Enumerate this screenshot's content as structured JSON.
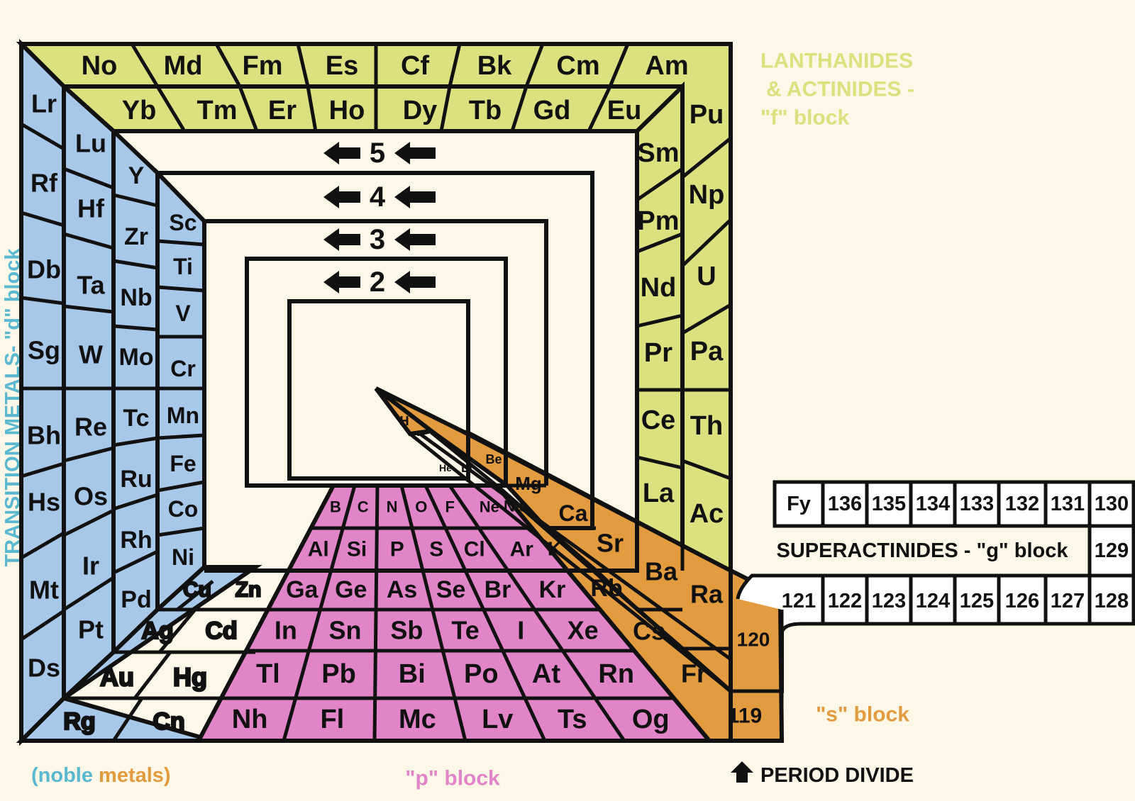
{
  "colors": {
    "f_block": "#dde07e",
    "d_block": "#a8c8ea",
    "p_block": "#e285c8",
    "s_block": "#e29b3e",
    "background": "#fdf7e8",
    "line": "#111111"
  },
  "labels": {
    "f_block": [
      "LANTHANIDES",
      "& ACTINIDES -",
      "\"f\" block"
    ],
    "d_block": "TRANSITION METALS- \"d\" block",
    "noble_open": "(noble ",
    "noble_word": "metals)",
    "p_block": "\"p\" block",
    "s_block": "\"s\" block",
    "period_divide": "PERIOD DIVIDE",
    "superactinides": "SUPERACTINIDES - \"g\" block"
  },
  "period_markers": [
    "5",
    "4",
    "3",
    "2"
  ],
  "f_top_outer": [
    "No",
    "Md",
    "Fm",
    "Es",
    "Cf",
    "Bk",
    "Cm",
    "Am"
  ],
  "f_top_inner": [
    "Yb",
    "Tm",
    "Er",
    "Ho",
    "Dy",
    "Tb",
    "Gd",
    "Eu"
  ],
  "f_right_outer": [
    "Pu",
    "Np",
    "U",
    "Pa",
    "Th",
    "Ac"
  ],
  "f_right_inner": [
    "Sm",
    "Pm",
    "Nd",
    "Pr",
    "Ce",
    "La"
  ],
  "d_col1": [
    "Lr",
    "Rf",
    "Db",
    "Sg",
    "Bh",
    "Hs",
    "Mt",
    "Ds"
  ],
  "d_col2": [
    "Lu",
    "Hf",
    "Ta",
    "W",
    "Re",
    "Os",
    "Ir",
    "Pt"
  ],
  "d_col3": [
    "Y",
    "Zr",
    "Nb",
    "Mo",
    "Tc",
    "Ru",
    "Rh",
    "Pd"
  ],
  "d_col4": [
    "Sc",
    "Ti",
    "V",
    "Cr",
    "Mn",
    "Fe",
    "Co",
    "Ni"
  ],
  "noble_metals": [
    "Cu",
    "Zn",
    "Ag",
    "Cd",
    "Au",
    "Hg",
    "Rg",
    "Cn"
  ],
  "p_rows": [
    [
      "B",
      "C",
      "N",
      "O",
      "F",
      "Ne"
    ],
    [
      "Al",
      "Si",
      "P",
      "S",
      "Cl",
      "Ar"
    ],
    [
      "Ga",
      "Ge",
      "As",
      "Se",
      "Br",
      "Kr"
    ],
    [
      "In",
      "Sn",
      "Sb",
      "Te",
      "I",
      "Xe"
    ],
    [
      "Tl",
      "Pb",
      "Bi",
      "Po",
      "At",
      "Rn"
    ],
    [
      "Nh",
      "Fl",
      "Mc",
      "Lv",
      "Ts",
      "Og"
    ]
  ],
  "s_elements": [
    "H",
    "He",
    "Li",
    "Be",
    "Na",
    "Mg",
    "K",
    "Ca",
    "Rb",
    "Sr",
    "Cs",
    "Ba",
    "Fr",
    "Ra",
    "119",
    "120"
  ],
  "g_block": {
    "top_row": [
      "Fy",
      "136",
      "135",
      "134",
      "133",
      "132",
      "131",
      "130"
    ],
    "side": "129",
    "bottom_row": [
      "121",
      "122",
      "123",
      "124",
      "125",
      "126",
      "127",
      "128"
    ]
  }
}
